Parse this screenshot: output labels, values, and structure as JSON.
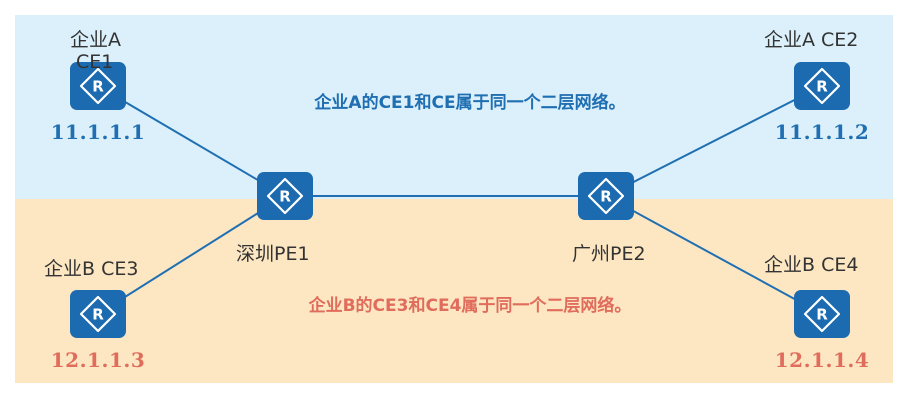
{
  "colors": {
    "zone_a_bg": "#dbf0fa",
    "zone_b_bg": "#fde7c2",
    "router_fill": "#1c6bb0",
    "link": "#1f6fb2",
    "ip_a": "#1f6fb2",
    "ip_b": "#e06c5c",
    "note_a": "#1f6fb2",
    "note_b": "#e06c5c",
    "label": "#333333"
  },
  "icons": {
    "router": "router-icon"
  },
  "zones": {
    "a_note": "企业A的CE1和CE属于同一个二层网络。",
    "b_note": "企业B的CE3和CE4属于同一个二层网络。"
  },
  "nodes": {
    "ce1": {
      "label_line1": "企业A",
      "label_line2": "CE1",
      "ip": "11.1.1.1"
    },
    "ce2": {
      "label": "企业A CE2",
      "ip": "11.1.1.2"
    },
    "ce3": {
      "label": "企业B CE3",
      "ip": "12.1.1.3"
    },
    "ce4": {
      "label": "企业B CE4",
      "ip": "12.1.1.4"
    },
    "pe1": {
      "label": "深圳PE1"
    },
    "pe2": {
      "label": "广州PE2"
    }
  },
  "links": [
    {
      "from": "ce1",
      "to": "pe1"
    },
    {
      "from": "ce3",
      "to": "pe1"
    },
    {
      "from": "pe1",
      "to": "pe2"
    },
    {
      "from": "pe2",
      "to": "ce2"
    },
    {
      "from": "pe2",
      "to": "ce4"
    }
  ]
}
